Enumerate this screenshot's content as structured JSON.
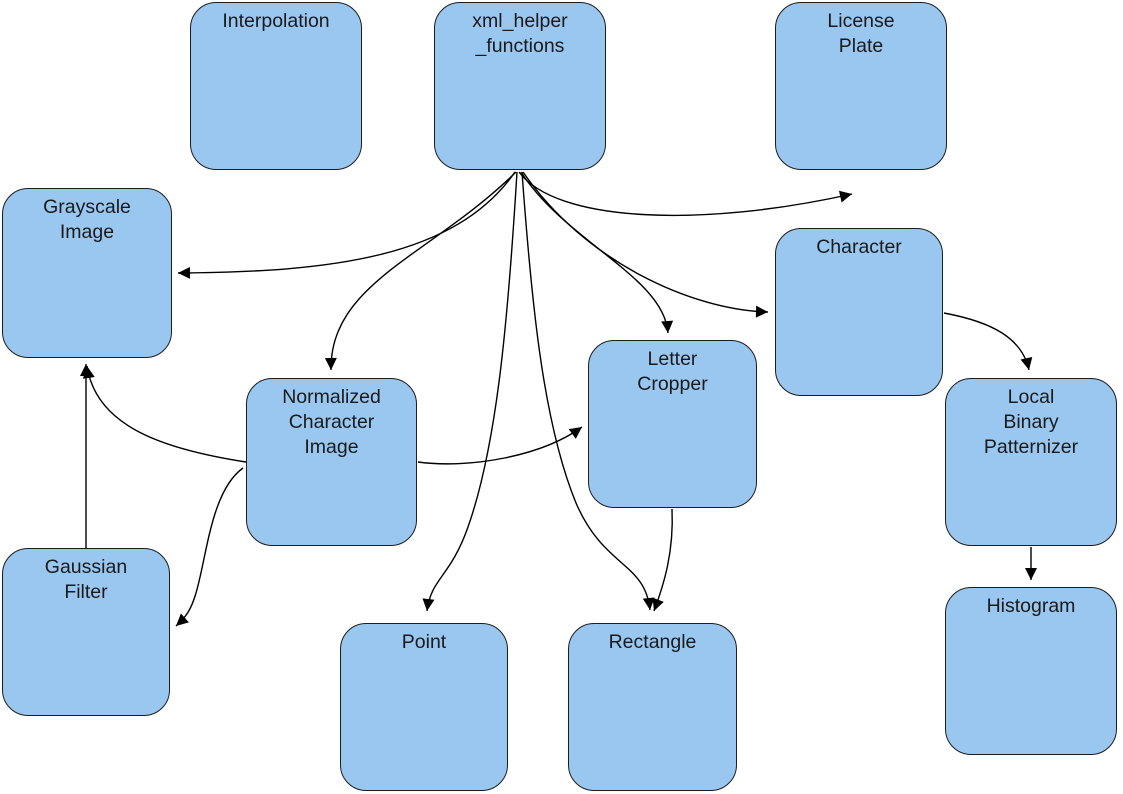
{
  "colors": {
    "canvas_bg": "#ffffff",
    "node_fill": "#99c7f0",
    "node_border": "#1c1c1c",
    "edge_color": "#000000",
    "text_color": "#1a1a1a"
  },
  "nodes": {
    "interpolation": {
      "label": "Interpolation"
    },
    "xml_helper_functions": {
      "label": "xml_helper\n_functions"
    },
    "license_plate": {
      "label": "License\nPlate"
    },
    "grayscale_image": {
      "label": "Grayscale\nImage"
    },
    "character": {
      "label": "Character"
    },
    "normalized_character_image": {
      "label": "Normalized\nCharacter\nImage"
    },
    "letter_cropper": {
      "label": "Letter\nCropper"
    },
    "local_binary_patternizer": {
      "label": "Local\nBinary\nPatternizer"
    },
    "gaussian_filter": {
      "label": "Gaussian\nFilter"
    },
    "point": {
      "label": "Point"
    },
    "rectangle": {
      "label": "Rectangle"
    },
    "histogram": {
      "label": "Histogram"
    }
  },
  "edges": [
    {
      "from": "xml_helper_functions",
      "to": "license_plate"
    },
    {
      "from": "xml_helper_functions",
      "to": "grayscale_image"
    },
    {
      "from": "xml_helper_functions",
      "to": "normalized_character_image"
    },
    {
      "from": "xml_helper_functions",
      "to": "letter_cropper"
    },
    {
      "from": "xml_helper_functions",
      "to": "character"
    },
    {
      "from": "xml_helper_functions",
      "to": "point"
    },
    {
      "from": "xml_helper_functions",
      "to": "rectangle"
    },
    {
      "from": "normalized_character_image",
      "to": "letter_cropper"
    },
    {
      "from": "normalized_character_image",
      "to": "grayscale_image"
    },
    {
      "from": "normalized_character_image",
      "to": "gaussian_filter"
    },
    {
      "from": "gaussian_filter",
      "to": "grayscale_image"
    },
    {
      "from": "letter_cropper",
      "to": "rectangle"
    },
    {
      "from": "character",
      "to": "local_binary_patternizer"
    },
    {
      "from": "local_binary_patternizer",
      "to": "histogram"
    }
  ]
}
